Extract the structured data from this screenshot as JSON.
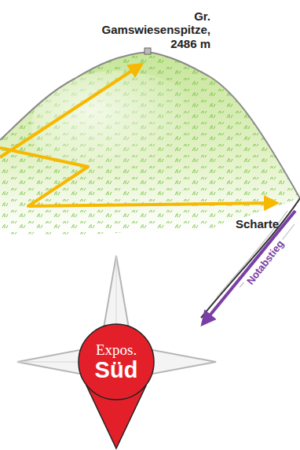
{
  "diagram": {
    "nodes": [
      {
        "text": [
          "Expos.",
          "Süd"
        ]
      }
    ],
    "labels": [
      "Gr. Gamswiesenspitze, 2486 m",
      "Scharte",
      "Notabstieg"
    ]
  }
}
